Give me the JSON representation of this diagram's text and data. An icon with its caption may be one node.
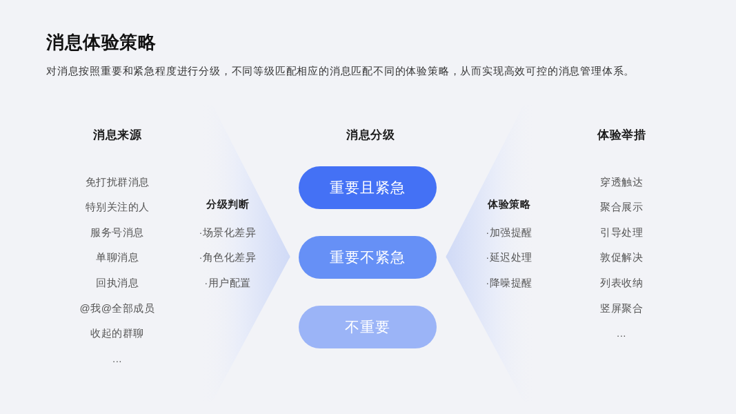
{
  "diagram": {
    "title": "消息体验策略",
    "nodes": [
      {
        "text": [
          "分级判断",
          "·场景化差异",
          "·角色化差异",
          "·用户配置"
        ]
      },
      {
        "text": [
          "重要且紧急"
        ]
      },
      {
        "text": [
          "重要不紧急"
        ]
      },
      {
        "text": [
          "不重要"
        ]
      },
      {
        "text": [
          "体验策略",
          "·加强提醒",
          "·延迟处理",
          "·降噪提醒"
        ]
      }
    ],
    "labels": [
      "对消息按照重要和紧急程度进行分级，不同等级匹配相应的消息匹配不同的体验策略，从而实现高效可控的消息管理体系。",
      "消息来源",
      "免打扰群消息",
      "特别关注的人",
      "服务号消息",
      "单聊消息",
      "回执消息",
      "@我@全部成员",
      "收起的群聊",
      "...",
      "消息分级",
      "体验举措",
      "穿透触达",
      "聚合展示",
      "引导处理",
      "敦促解决",
      "列表收纳",
      "竖屏聚合",
      "..."
    ]
  }
}
